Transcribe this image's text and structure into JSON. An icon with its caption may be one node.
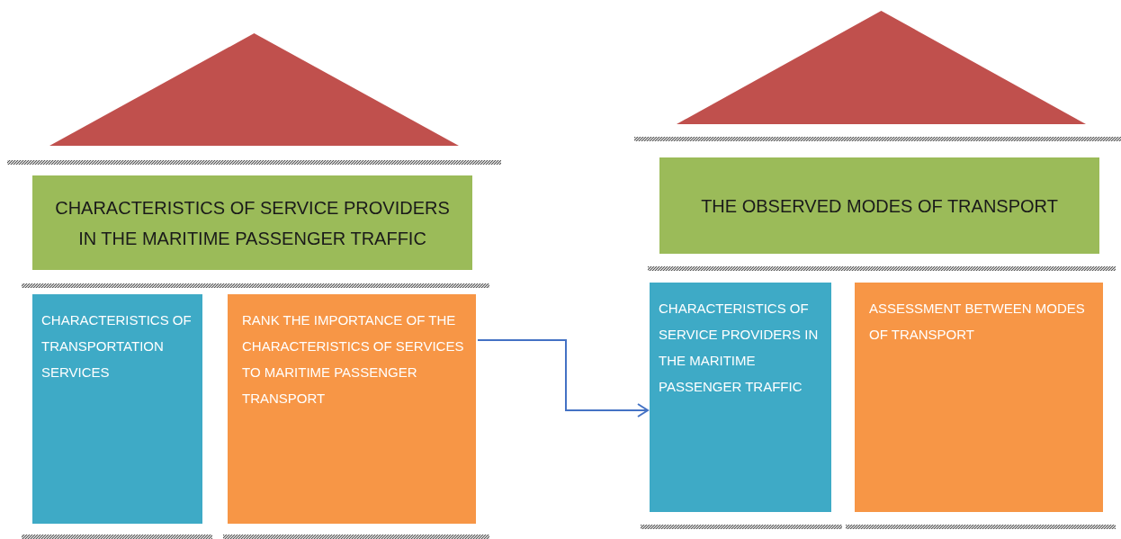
{
  "diagram": {
    "nodes": [
      {
        "text": [],
        "shape": "triangle"
      },
      {
        "text": [
          "CHARACTERISTICS OF SERVICE PROVIDERS IN THE MARITIME PASSENGER TRAFFIC"
        ]
      },
      {
        "text": [
          "CHARACTERISTICS OF TRANSPORTATION SERVICES"
        ]
      },
      {
        "text": [
          "RANK THE IMPORTANCE OF THE CHARACTERISTICS OF SERVICES TO MARITIME PASSENGER TRANSPORT"
        ]
      },
      {
        "text": [],
        "shape": "triangle"
      },
      {
        "text": [
          "THE OBSERVED MODES OF TRANSPORT"
        ]
      },
      {
        "text": [
          "CHARACTERISTICS OF SERVICE PROVIDERS IN THE MARITIME PASSENGER TRAFFIC"
        ]
      },
      {
        "text": [
          "ASSESSMENT BETWEEN MODES OF TRANSPORT"
        ]
      }
    ],
    "edges": [
      {
        "from": 3,
        "to": 6,
        "arrow": "to",
        "color": "#4472c4"
      }
    ]
  }
}
